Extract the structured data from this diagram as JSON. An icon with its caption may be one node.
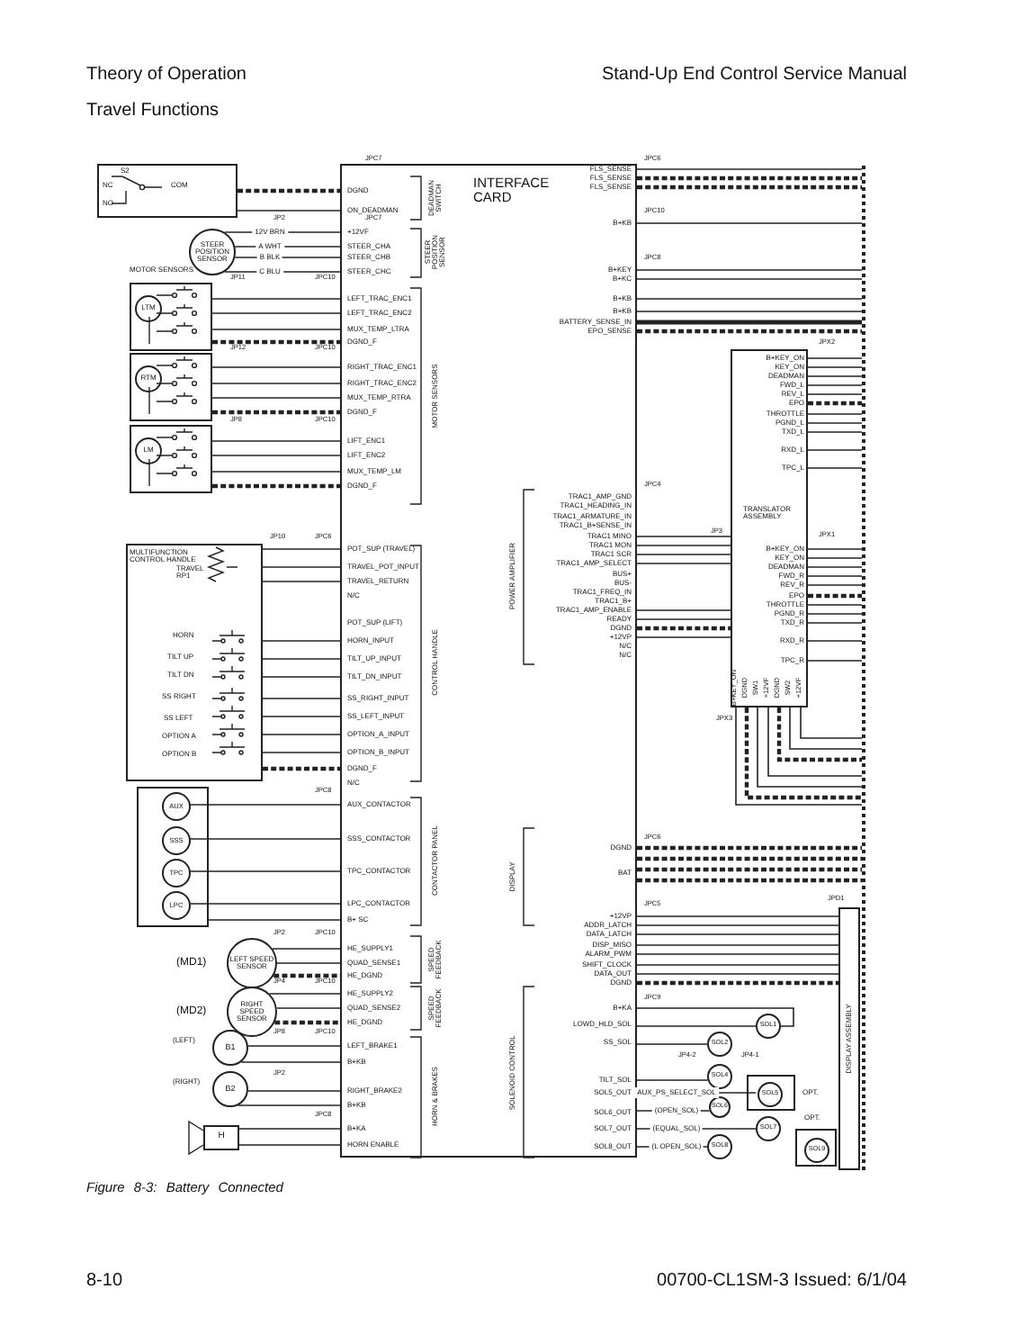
{
  "diagram": {
    "title": "Travel Functions",
    "caption": "Figure 8-3: Battery Connected",
    "nodes": [
      {
        "text": [
          "INTERFACE CARD"
        ]
      },
      {
        "text": [
          "S2",
          "NC",
          "NO",
          "COM"
        ]
      },
      {
        "text": [
          "STEER POSITION SENSOR"
        ]
      },
      {
        "text": [
          "LTM"
        ]
      },
      {
        "text": [
          "RTM"
        ]
      },
      {
        "text": [
          "LM"
        ]
      },
      {
        "text": [
          "MULTIFUNCTION CONTROL HANDLE",
          "TRAVEL RP1",
          "HORN",
          "TILT UP",
          "TILT DN",
          "SS RIGHT",
          "SS LEFT",
          "OPTION A",
          "OPTION B"
        ]
      },
      {
        "text": [],
        "shape": "box"
      },
      {
        "text": [
          "AUX"
        ],
        "in": 7
      },
      {
        "text": [
          "SSS"
        ],
        "in": 7
      },
      {
        "text": [
          "TPC"
        ],
        "in": 7
      },
      {
        "text": [
          "LPC"
        ],
        "in": 7
      },
      {
        "text": [
          "LEFT SPEED SENSOR"
        ],
        "beside": [
          "(MD1)"
        ]
      },
      {
        "text": [
          "RIGHT SPEED SENSOR"
        ],
        "beside": [
          "(MD2)"
        ]
      },
      {
        "text": [
          "B1"
        ],
        "beside": [
          "(LEFT)"
        ]
      },
      {
        "text": [
          "B2"
        ],
        "beside": [
          "(RIGHT)"
        ]
      },
      {
        "text": [
          "H"
        ]
      },
      {
        "text": [
          "TRANSLATOR ASSEMBLY"
        ]
      },
      {
        "text": [],
        "shape": "bar"
      },
      {
        "text": [
          "DISPLAY ASSEMBLY"
        ]
      },
      {
        "text": [
          "SOL1"
        ]
      },
      {
        "text": [
          "SOL2"
        ]
      },
      {
        "text": [
          "SOL4"
        ]
      },
      {
        "text": [],
        "shape": "box",
        "beside": [
          "OPT."
        ]
      },
      {
        "text": [
          "SOL5"
        ],
        "in": 23
      },
      {
        "text": [
          "SOL6"
        ]
      },
      {
        "text": [
          "SOL7"
        ]
      },
      {
        "text": [],
        "shape": "box",
        "beside": [
          "OPT."
        ]
      },
      {
        "text": [
          "SOL9"
        ],
        "in": 27
      },
      {
        "text": [
          "SOL8"
        ]
      }
    ],
    "edges": [
      {
        "from": 1,
        "to": 0,
        "arrow": "none",
        "style": "dashed"
      },
      {
        "from": 1,
        "to": 0,
        "arrow": "none"
      },
      {
        "from": 2,
        "to": 0,
        "arrow": "none",
        "label": "12V BRN"
      },
      {
        "from": 2,
        "to": 0,
        "arrow": "none",
        "label": "A WHT"
      },
      {
        "from": 2,
        "to": 0,
        "arrow": "none",
        "label": "B BLK"
      },
      {
        "from": 2,
        "to": 0,
        "arrow": "none",
        "label": "C BLU"
      },
      {
        "from": 3,
        "to": 0,
        "arrow": "none"
      },
      {
        "from": 3,
        "to": 0,
        "arrow": "none"
      },
      {
        "from": 3,
        "to": 0,
        "arrow": "none"
      },
      {
        "from": 3,
        "to": 0,
        "arrow": "none",
        "style": "dashed"
      },
      {
        "from": 4,
        "to": 0,
        "arrow": "none"
      },
      {
        "from": 4,
        "to": 0,
        "arrow": "none"
      },
      {
        "from": 4,
        "to": 0,
        "arrow": "none"
      },
      {
        "from": 4,
        "to": 0,
        "arrow": "none",
        "style": "dashed"
      },
      {
        "from": 5,
        "to": 0,
        "arrow": "none"
      },
      {
        "from": 5,
        "to": 0,
        "arrow": "none"
      },
      {
        "from": 5,
        "to": 0,
        "arrow": "none"
      },
      {
        "from": 5,
        "to": 0,
        "arrow": "none",
        "style": "dashed"
      },
      {
        "from": 6,
        "to": 0,
        "arrow": "none"
      },
      {
        "from": 6,
        "to": 0,
        "arrow": "none"
      },
      {
        "from": 6,
        "to": 0,
        "arrow": "none"
      },
      {
        "from": 6,
        "to": 0,
        "arrow": "none"
      },
      {
        "from": 6,
        "to": 0,
        "arrow": "none"
      },
      {
        "from": 6,
        "to": 0,
        "arrow": "none"
      },
      {
        "from": 6,
        "to": 0,
        "arrow": "none"
      },
      {
        "from": 6,
        "to": 0,
        "arrow": "none"
      },
      {
        "from": 6,
        "to": 0,
        "arrow": "none"
      },
      {
        "from": 6,
        "to": 0,
        "arrow": "none"
      },
      {
        "from": 6,
        "to": 0,
        "arrow": "none",
        "style": "dashed"
      },
      {
        "from": 8,
        "to": 0,
        "arrow": "none"
      },
      {
        "from": 9,
        "to": 0,
        "arrow": "none"
      },
      {
        "from": 10,
        "to": 0,
        "arrow": "none"
      },
      {
        "from": 11,
        "to": 0,
        "arrow": "none"
      },
      {
        "from": 7,
        "to": 0,
        "arrow": "none"
      },
      {
        "from": 12,
        "to": 0,
        "arrow": "none"
      },
      {
        "from": 12,
        "to": 0,
        "arrow": "none"
      },
      {
        "from": 12,
        "to": 0,
        "arrow": "none",
        "style": "dashed"
      },
      {
        "from": 13,
        "to": 0,
        "arrow": "none"
      },
      {
        "from": 13,
        "to": 0,
        "arrow": "none"
      },
      {
        "from": 13,
        "to": 0,
        "arrow": "none",
        "style": "dashed"
      },
      {
        "from": 14,
        "to": 0,
        "arrow": "none"
      },
      {
        "from": 14,
        "to": 0,
        "arrow": "none"
      },
      {
        "from": 15,
        "to": 0,
        "arrow": "none"
      },
      {
        "from": 15,
        "to": 0,
        "arrow": "none"
      },
      {
        "from": 16,
        "to": 0,
        "arrow": "none"
      },
      {
        "from": 16,
        "to": 0,
        "arrow": "none"
      },
      {
        "from": 0,
        "to": 18,
        "arrow": "none"
      },
      {
        "from": 0,
        "to": 18,
        "arrow": "none",
        "style": "dashed"
      },
      {
        "from": 0,
        "to": 18,
        "arrow": "none",
        "style": "dashed"
      },
      {
        "from": 0,
        "to": 18,
        "arrow": "none"
      },
      {
        "from": 0,
        "to": 18,
        "arrow": "none"
      },
      {
        "from": 0,
        "to": 18,
        "arrow": "none"
      },
      {
        "from": 0,
        "to": 18,
        "arrow": "none"
      },
      {
        "from": 0,
        "to": 18,
        "arrow": "none"
      },
      {
        "from": 0,
        "to": 18,
        "arrow": "none",
        "style": "thick"
      },
      {
        "from": 0,
        "to": 18,
        "arrow": "none",
        "style": "dashed"
      },
      {
        "from": 17,
        "to": 18,
        "arrow": "none"
      },
      {
        "from": 17,
        "to": 18,
        "arrow": "none"
      },
      {
        "from": 17,
        "to": 18,
        "arrow": "none"
      },
      {
        "from": 17,
        "to": 18,
        "arrow": "none"
      },
      {
        "from": 17,
        "to": 18,
        "arrow": "none"
      },
      {
        "from": 17,
        "to": 18,
        "arrow": "none",
        "style": "dashed"
      },
      {
        "from": 17,
        "to": 18,
        "arrow": "none"
      },
      {
        "from": 17,
        "to": 18,
        "arrow": "none"
      },
      {
        "from": 17,
        "to": 18,
        "arrow": "none"
      },
      {
        "from": 17,
        "to": 18,
        "arrow": "none"
      },
      {
        "from": 17,
        "to": 18,
        "arrow": "none"
      },
      {
        "from": 17,
        "to": 18,
        "arrow": "none"
      },
      {
        "from": 17,
        "to": 18,
        "arrow": "none"
      },
      {
        "from": 17,
        "to": 18,
        "arrow": "none"
      },
      {
        "from": 17,
        "to": 18,
        "arrow": "none"
      },
      {
        "from": 17,
        "to": 18,
        "arrow": "none"
      },
      {
        "from": 17,
        "to": 18,
        "arrow": "none",
        "style": "dashed"
      },
      {
        "from": 17,
        "to": 18,
        "arrow": "none"
      },
      {
        "from": 17,
        "to": 18,
        "arrow": "none"
      },
      {
        "from": 17,
        "to": 18,
        "arrow": "none"
      },
      {
        "from": 17,
        "to": 18,
        "arrow": "none"
      },
      {
        "from": 17,
        "to": 18,
        "arrow": "none"
      },
      {
        "from": 17,
        "to": 18,
        "arrow": "none"
      },
      {
        "from": 17,
        "to": 18,
        "arrow": "none",
        "style": "dashed"
      },
      {
        "from": 17,
        "to": 18,
        "arrow": "none"
      },
      {
        "from": 17,
        "to": 18,
        "arrow": "none"
      },
      {
        "from": 17,
        "to": 18,
        "arrow": "none",
        "style": "dashed"
      },
      {
        "from": 17,
        "to": 18,
        "arrow": "none"
      },
      {
        "from": 17,
        "to": 18,
        "arrow": "none"
      },
      {
        "from": 0,
        "to": 17,
        "arrow": "none"
      },
      {
        "from": 0,
        "to": 17,
        "arrow": "none"
      },
      {
        "from": 0,
        "to": 17,
        "arrow": "none"
      },
      {
        "from": 0,
        "to": 17,
        "arrow": "none"
      },
      {
        "from": 0,
        "to": 17,
        "arrow": "none"
      },
      {
        "from": 0,
        "to": 17,
        "arrow": "none"
      },
      {
        "from": 0,
        "to": 17,
        "arrow": "none",
        "style": "dashed"
      },
      {
        "from": 0,
        "to": 17,
        "arrow": "none"
      },
      {
        "from": 0,
        "to": 18,
        "arrow": "none",
        "style": "dashed"
      },
      {
        "from": 0,
        "to": 18,
        "arrow": "none",
        "style": "dashed"
      },
      {
        "from": 0,
        "to": 18,
        "arrow": "none",
        "style": "dashed"
      },
      {
        "from": 0,
        "to": 18,
        "arrow": "none",
        "style": "dashed"
      },
      {
        "from": 0,
        "to": 19,
        "arrow": "none"
      },
      {
        "from": 0,
        "to": 19,
        "arrow": "none"
      },
      {
        "from": 0,
        "to": 19,
        "arrow": "none"
      },
      {
        "from": 0,
        "to": 19,
        "arrow": "none"
      },
      {
        "from": 0,
        "to": 19,
        "arrow": "none"
      },
      {
        "from": 0,
        "to": 19,
        "arrow": "none"
      },
      {
        "from": 0,
        "to": 19,
        "arrow": "none"
      },
      {
        "from": 0,
        "to": 19,
        "arrow": "none",
        "style": "dashed"
      },
      {
        "from": 0,
        "to": 20,
        "arrow": "none"
      },
      {
        "from": 0,
        "to": 20,
        "arrow": "none"
      },
      {
        "from": 0,
        "to": 21,
        "arrow": "none"
      },
      {
        "from": 0,
        "to": 22,
        "arrow": "none"
      },
      {
        "from": 0,
        "to": 24,
        "arrow": "none",
        "label": "AUX_PS_SELECT_SOL"
      },
      {
        "from": 0,
        "to": 25,
        "arrow": "none",
        "label": "(OPEN_SOL)"
      },
      {
        "from": 0,
        "to": 26,
        "arrow": "none",
        "label": "(EQUAL_SOL)"
      },
      {
        "from": 0,
        "to": 29,
        "arrow": "none",
        "label": "(L OPEN_SOL)"
      }
    ],
    "labels": [
      "Theory of Operation",
      "Stand-Up End Control Service Manual",
      "8-10",
      "00700-CL1SM-3 Issued: 6/1/04",
      "DGND",
      "ON_DEADMAN",
      "+12VF",
      "STEER_CHA",
      "STEER_CHB",
      "STEER_CHC",
      "LEFT_TRAC_ENC1",
      "LEFT_TRAC_ENC2",
      "MUX_TEMP_LTRA",
      "DGND_F",
      "RIGHT_TRAC_ENC1",
      "RIGHT_TRAC_ENC2",
      "MUX_TEMP_RTRA",
      "DGND_F",
      "LIFT_ENC1",
      "LIFT_ENC2",
      "MUX_TEMP_LM",
      "DGND_F",
      "POT_SUP (TRAVEL)",
      "TRAVEL_POT_INPUT",
      "TRAVEL_RETURN",
      "N/C",
      "POT_SUP (LIFT)",
      "HORN_INPUT",
      "TILT_UP_INPUT",
      "TILT_DN_INPUT",
      "SS_RIGHT_INPUT",
      "SS_LEFT_INPUT",
      "OPTION_A_INPUT",
      "OPTION_B_INPUT",
      "DGND_F",
      "N/C",
      "AUX_CONTACTOR",
      "SSS_CONTACTOR",
      "TPC_CONTACTOR",
      "LPC_CONTACTOR",
      "B+ SC",
      "HE_SUPPLY1",
      "QUAD_SENSE1",
      "HE_DGND",
      "HE_SUPPLY2",
      "QUAD_SENSE2",
      "HE_DGND",
      "LEFT_BRAKE1",
      "B+KB",
      "RIGHT_BRAKE2",
      "B+KB",
      "B+KA",
      "HORN ENABLE",
      "FLS_SENSE",
      "FLS_SENSE",
      "FLS_SENSE",
      "B+KB",
      "B+KEY",
      "B+KC",
      "B+KB",
      "B+KB",
      "BATTERY_SENSE_IN",
      "EPO_SENSE",
      "TRAC1_AMP_GND",
      "TRAC1_HEADING_IN",
      "TRAC1_ARMATURE_IN",
      "TRAC1_B+SENSE_IN",
      "TRAC1 MINO",
      "TRAC1 MON",
      "TRAC1 SCR",
      "TRAC1_AMP_SELECT",
      "BUS+",
      "BUS-",
      "TRAC1_FREQ_IN",
      "TRAC1_B+",
      "TRAC1_AMP_ENABLE",
      "READY",
      "DGND",
      "+12VP",
      "N/C",
      "N/C",
      "DGND",
      "BAT",
      "+12VP",
      "ADDR_LATCH",
      "DATA_LATCH",
      "DISP_MISO",
      "ALARM_PWM",
      "SHIFT_CLOCK",
      "DATA_OUT",
      "DGND",
      "B+KA",
      "LOWD_HLD_SOL",
      "SS_SOL",
      "TILT_SOL",
      "SOL5_OUT",
      "SOL6_OUT",
      "SOL7_OUT",
      "SOL8_OUT",
      "B+KEY_ON",
      "KEY_ON",
      "DEADMAN",
      "FWD_L",
      "REV_L",
      "EPO",
      "THROTTLE",
      "PGND_L",
      "TXD_L",
      "RXD_L",
      "TPC_L",
      "B+KEY_ON",
      "KEY_ON",
      "DEADMAN",
      "FWD_R",
      "REV_R",
      "EPO",
      "THROTTLE",
      "PGND_R",
      "TXD_R",
      "RXD_R",
      "TPC_R",
      "B+KEY_ON",
      "DGND",
      "SW1",
      "+12VF",
      "DGND",
      "SW2",
      "+12VF",
      "DEADMAN SWITCH",
      "STEER POSITION SENSOR",
      "MOTOR SENSORS",
      "CONTROL HANDLE",
      "CONTACTOR PANEL",
      "SPEED FEEDBACK",
      "SPEED FEEDBACK",
      "HORN & BRAKES",
      "POWER AMPLIFIER",
      "DISPLAY",
      "SOLENOID CONTROL",
      "MOTOR SENSORS",
      "JPC7",
      "JP2",
      "JPC7",
      "JP11",
      "JPC10",
      "JP12",
      "JPC10",
      "JP8",
      "JPC10",
      "JP10",
      "JPC6",
      "JPC8",
      "JP2",
      "JPC10",
      "JP4",
      "JPC10",
      "JP8",
      "JPC10",
      "JP2",
      "JPC8",
      "JPC6",
      "JPC10",
      "JPC8",
      "JPX2",
      "JPC4",
      "JP3",
      "JPX1",
      "JPX3",
      "JPC6",
      "JPC5",
      "JPD1",
      "JPC9",
      "JP4-2",
      "JP4-1"
    ]
  }
}
